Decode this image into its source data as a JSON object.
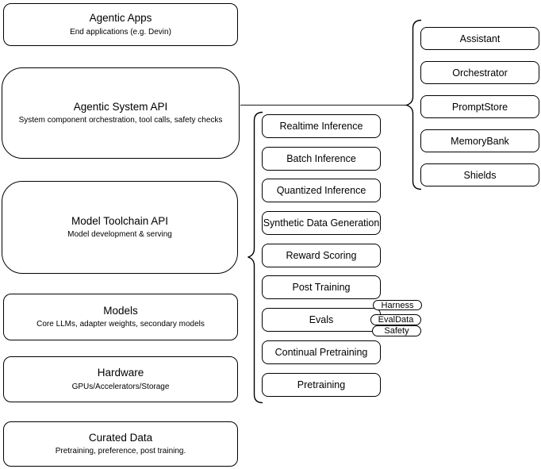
{
  "diagram": {
    "background_color": "#ffffff",
    "stroke_color": "#000000",
    "left_column": [
      {
        "title": "Agentic Apps",
        "subtitle": "End applications (e.g. Devin)"
      },
      {
        "title": "Agentic System API",
        "subtitle": "System component orchestration, tool calls, safety checks"
      },
      {
        "title": "Model Toolchain API",
        "subtitle": "Model development & serving"
      },
      {
        "title": "Models",
        "subtitle": "Core LLMs, adapter weights, secondary models"
      },
      {
        "title": "Hardware",
        "subtitle": "GPUs/Accelerators/Storage"
      },
      {
        "title": "Curated Data",
        "subtitle": "Pretraining, preference, post training."
      }
    ],
    "toolchain_services": [
      "Realtime Inference",
      "Batch Inference",
      "Quantized Inference",
      "Synthetic Data Generation",
      "Reward Scoring",
      "Post Training",
      "Evals",
      "Continual Pretraining",
      "Pretraining"
    ],
    "system_components": [
      "Assistant",
      "Orchestrator",
      "PromptStore",
      "MemoryBank",
      "Shields"
    ],
    "eval_tags": [
      "Harness",
      "EvalData",
      "Safety"
    ]
  }
}
